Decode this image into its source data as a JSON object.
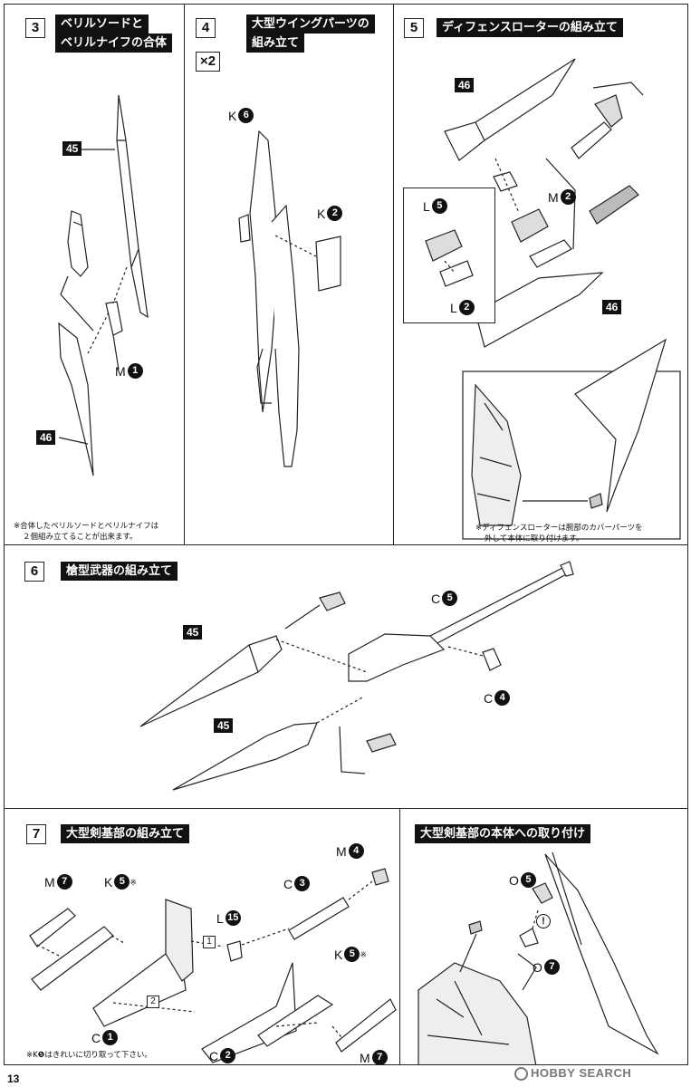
{
  "page_number": "13",
  "watermark": "HOBBY SEARCH",
  "step3": {
    "number": "3",
    "title_line1": "ベリルソードと",
    "title_line2": "ベリルナイフの合体",
    "badge_45": "45",
    "badge_46": "46",
    "runner_m": "M",
    "runner_m_num": "1",
    "note_line1": "※合体したベリルソードとベリルナイフは",
    "note_line2": "２個組み立てることが出来ます。"
  },
  "step4": {
    "number": "4",
    "multiplier": "×2",
    "title_line1": "大型ウイングパーツの",
    "title_line2": "組み立て",
    "runner_k6": "K",
    "runner_k6_num": "6",
    "runner_k2": "K",
    "runner_k2_num": "2"
  },
  "step5": {
    "number": "5",
    "title": "ディフェンスローターの組み立て",
    "badge_46_top": "46",
    "badge_46_bottom": "46",
    "runner_m2": "M",
    "runner_m2_num": "2",
    "runner_l5": "L",
    "runner_l5_num": "5",
    "runner_l2": "L",
    "runner_l2_num": "2",
    "note_line1": "※ディフェンスローターは腕部のカバーパーツを",
    "note_line2": "外して本体に取り付けます。"
  },
  "step6": {
    "number": "6",
    "title": "槍型武器の組み立て",
    "badge_45_top": "45",
    "badge_45_bottom": "45",
    "runner_c5": "C",
    "runner_c5_num": "5",
    "runner_c4": "C",
    "runner_c4_num": "4"
  },
  "step7": {
    "number": "7",
    "title": "大型剣基部の組み立て",
    "runner_m7_top": "M",
    "runner_m7_top_num": "7",
    "runner_k5_top": "K",
    "runner_k5_top_num": "5",
    "asterisk": "※",
    "runner_c3": "C",
    "runner_c3_num": "3",
    "runner_m4": "M",
    "runner_m4_num": "4",
    "runner_l15": "L",
    "runner_l15_num": "15",
    "runner_k5_bottom": "K",
    "runner_k5_bottom_num": "5",
    "runner_c1": "C",
    "runner_c1_num": "1",
    "runner_c2": "C",
    "runner_c2_num": "2",
    "runner_m7_bottom": "M",
    "runner_m7_bottom_num": "7",
    "sub1": "1",
    "sub2": "2",
    "note": "※K❺はきれいに切り取って下さい。"
  },
  "step8": {
    "title": "大型剣基部の本体への取り付け",
    "runner_o5": "O",
    "runner_o5_num": "5",
    "runner_o7": "O",
    "runner_o7_num": "7",
    "exclaim": "!"
  }
}
